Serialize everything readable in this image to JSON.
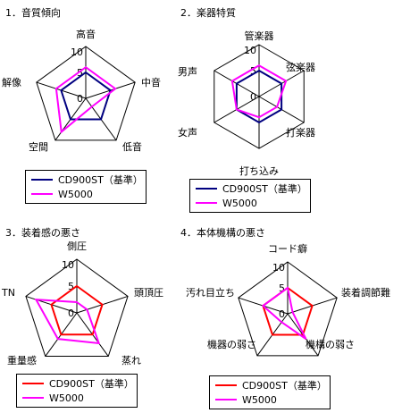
{
  "colors": {
    "black": "#000000",
    "navy": "#000080",
    "red": "#ff0000",
    "magenta": "#ff00ff"
  },
  "chart_data": [
    {
      "type": "radar",
      "title": "1．音質傾向",
      "axes": [
        "高音",
        "中音",
        "低音",
        "空間",
        "解像"
      ],
      "rmax": 10,
      "ticks": [
        "10",
        "5",
        "0"
      ],
      "series": [
        {
          "name": "CD900ST（基準）",
          "color": "#000080",
          "values": [
            5,
            5,
            5,
            5,
            5
          ]
        },
        {
          "name": "W5000",
          "color": "#ff00ff",
          "values": [
            6,
            6,
            2,
            8,
            6
          ]
        }
      ]
    },
    {
      "type": "radar",
      "title": "2．楽器特質",
      "axes": [
        "管楽器",
        "弦楽器",
        "打楽器",
        "打ち込み",
        "女声",
        "男声"
      ],
      "rmax": 10,
      "ticks": [
        "10",
        "5",
        "0"
      ],
      "series": [
        {
          "name": "CD900ST（基準）",
          "color": "#000080",
          "values": [
            5,
            5,
            5,
            5,
            5,
            5
          ]
        },
        {
          "name": "W5000",
          "color": "#ff00ff",
          "values": [
            6,
            6,
            4,
            4,
            5,
            6
          ]
        }
      ]
    },
    {
      "type": "radar",
      "title": "3．装着感の悪さ",
      "axes": [
        "側圧",
        "頭頂圧",
        "蒸れ",
        "重量感",
        "TN"
      ],
      "rmax": 10,
      "ticks": [
        "10",
        "5",
        "0"
      ],
      "series": [
        {
          "name": "CD900ST（基準）",
          "color": "#ff0000",
          "values": [
            5,
            5,
            5,
            5,
            5
          ]
        },
        {
          "name": "W5000",
          "color": "#ff00ff",
          "values": [
            2,
            2,
            7,
            6,
            8
          ]
        }
      ]
    },
    {
      "type": "radar",
      "title": "4．本体機構の悪さ",
      "axes": [
        "コード癖",
        "装着調節難",
        "機構の弱さ",
        "機器の弱さ",
        "汚れ目立ち"
      ],
      "rmax": 10,
      "ticks": [
        "10",
        "5",
        "0"
      ],
      "series": [
        {
          "name": "CD900ST（基準）",
          "color": "#ff0000",
          "values": [
            5,
            5,
            5,
            5,
            5
          ]
        },
        {
          "name": "W5000",
          "color": "#ff00ff",
          "values": [
            5,
            1,
            6,
            2,
            5
          ]
        }
      ]
    }
  ]
}
